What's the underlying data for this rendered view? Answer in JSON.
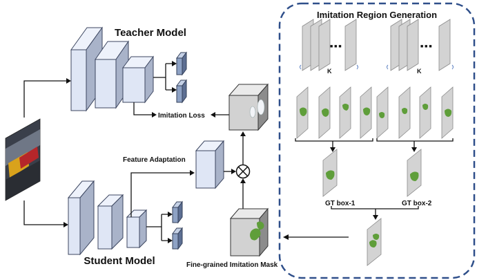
{
  "labels": {
    "teacher_model": "Teacher Model",
    "student_model": "Student Model",
    "imitation_loss": "Imitation Loss",
    "feature_adaptation": "Feature Adaptation",
    "fine_grained_mask": "Fine-grained Imitation Mask",
    "region_generation_title": "Imitation Region Generation",
    "k_left": "K",
    "k_right": "K",
    "gt_box_1": "GT box-1",
    "gt_box_2": "GT box-2",
    "dots": "■ ■ ■"
  },
  "colors": {
    "panel_border": "#2f4f8a",
    "mask_highlight": "#5f9e3a",
    "multiply_symbol": "#111111"
  }
}
